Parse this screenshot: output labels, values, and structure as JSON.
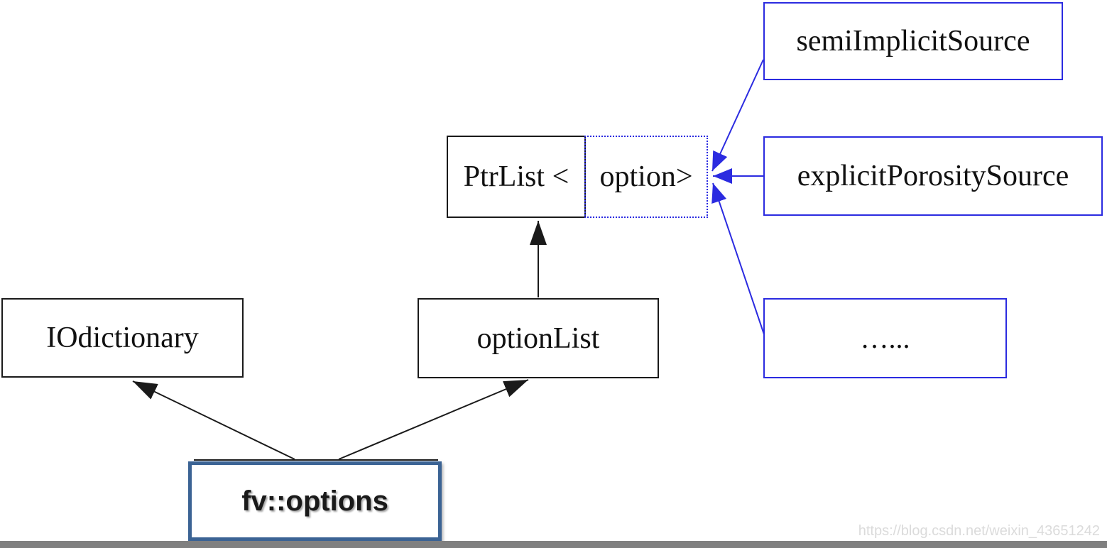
{
  "nodes": {
    "semi_implicit_source": {
      "label": "semiImplicitSource"
    },
    "explicit_porosity_source": {
      "label": "explicitPorositySource"
    },
    "ellipsis": {
      "label": "…..."
    },
    "ptr_list": {
      "label": "PtrList <"
    },
    "option": {
      "label": "option>"
    },
    "io_dictionary": {
      "label": "IOdictionary"
    },
    "option_list": {
      "label": "optionList"
    },
    "fv_options": {
      "label": "fv::options"
    }
  },
  "edges": [
    {
      "from": "semiImplicitSource",
      "to": "option",
      "style": "blue-arrow"
    },
    {
      "from": "explicitPorositySource",
      "to": "option",
      "style": "blue-arrow"
    },
    {
      "from": "…...",
      "to": "option",
      "style": "blue-arrow"
    },
    {
      "from": "optionList",
      "to": "PtrList <",
      "style": "black-arrow"
    },
    {
      "from": "fv::options",
      "to": "IOdictionary",
      "style": "black-arrow"
    },
    {
      "from": "fv::options",
      "to": "optionList",
      "style": "black-arrow"
    }
  ],
  "watermark": {
    "text": "https://blog.csdn.net/weixin_43651242"
  },
  "colors": {
    "node_blue": "#2B2BE0",
    "node_black": "#1A1A1A",
    "fv_border": "#3B6394",
    "bottom_bar": "#808080",
    "watermark": "#DBDBDB"
  }
}
